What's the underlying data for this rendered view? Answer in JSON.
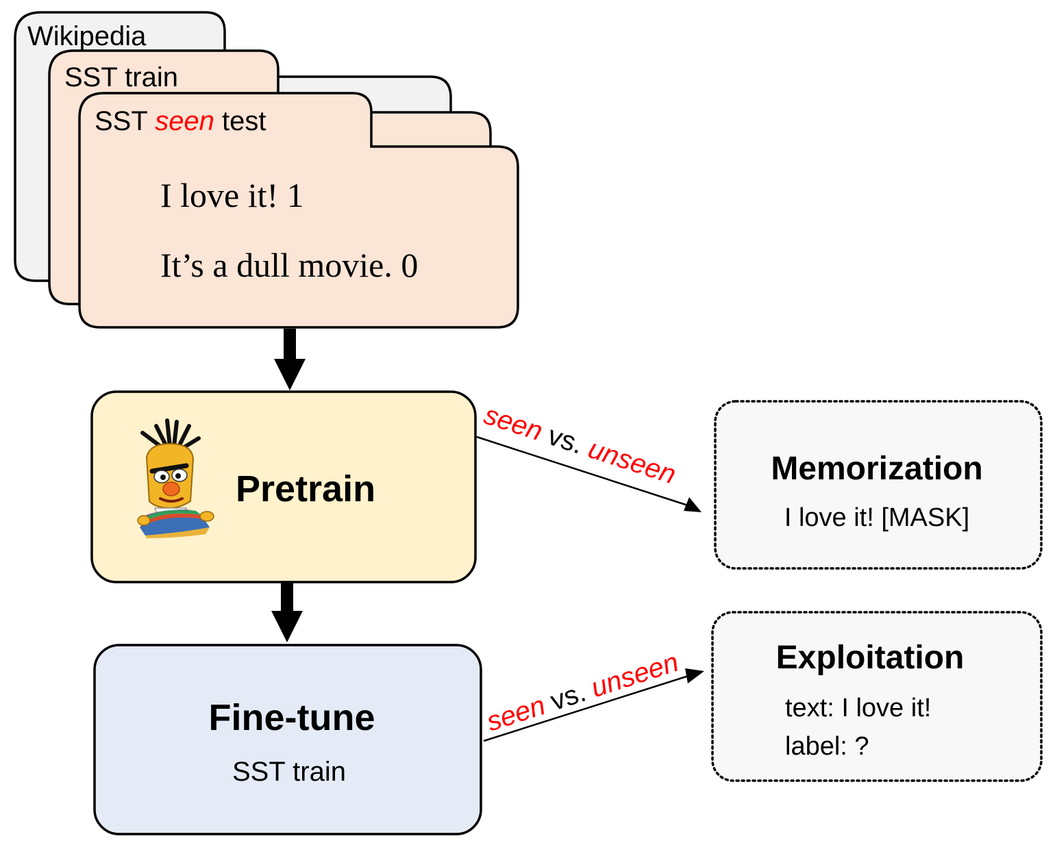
{
  "folders": {
    "wikipedia": {
      "label": "Wikipedia"
    },
    "sst_train": {
      "label": "SST train"
    },
    "sst_seen_test": {
      "label_prefix": "SST ",
      "label_highlight": "seen",
      "label_suffix": " test",
      "examples": [
        "I love it! 1",
        "It’s a dull movie. 0"
      ]
    }
  },
  "pretrain": {
    "label": "Pretrain",
    "mascot": "bert-muppet-icon"
  },
  "finetune": {
    "label": "Fine-tune",
    "sublabel": "SST train"
  },
  "edges": {
    "pretrain_to_memorization": {
      "seen": "seen",
      "vs": " vs. ",
      "unseen": "unseen"
    },
    "finetune_to_exploitation": {
      "seen": "seen",
      "vs": " vs. ",
      "unseen": "unseen"
    }
  },
  "memorization": {
    "title": "Memorization",
    "text": "I love it! [MASK]"
  },
  "exploitation": {
    "title": "Exploitation",
    "line1": "text: I love it!",
    "line2": "label: ?"
  },
  "colors": {
    "folder_gray": "#f2f2f2",
    "folder_peach": "#fbe5d6",
    "pretrain_fill": "#fff2cc",
    "finetune_fill": "#e4ebf6",
    "outcome_fill": "#f8f8f8",
    "highlight_red": "#ff0000",
    "stroke": "#000000"
  }
}
